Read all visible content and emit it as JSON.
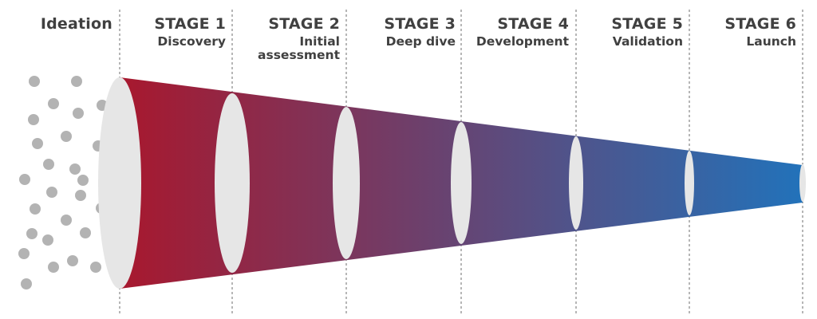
{
  "stages": [
    {
      "title": "Ideation",
      "subtitle": ""
    },
    {
      "title": "STAGE 1",
      "subtitle": "Discovery"
    },
    {
      "title": "STAGE 2",
      "subtitle": "Initial\nassessment"
    },
    {
      "title": "STAGE 3",
      "subtitle": "Deep dive"
    },
    {
      "title": "STAGE 4",
      "subtitle": "Development"
    },
    {
      "title": "STAGE 5",
      "subtitle": "Validation"
    },
    {
      "title": "STAGE 6",
      "subtitle": "Launch"
    }
  ],
  "colors": {
    "funnel_start": "#a8182e",
    "funnel_end": "#2272ba",
    "ring_fill": "#e6e6e6",
    "idea_dot": "#b3b3b3",
    "divider_line": "#6e6e6e",
    "label_text": "#404040"
  }
}
